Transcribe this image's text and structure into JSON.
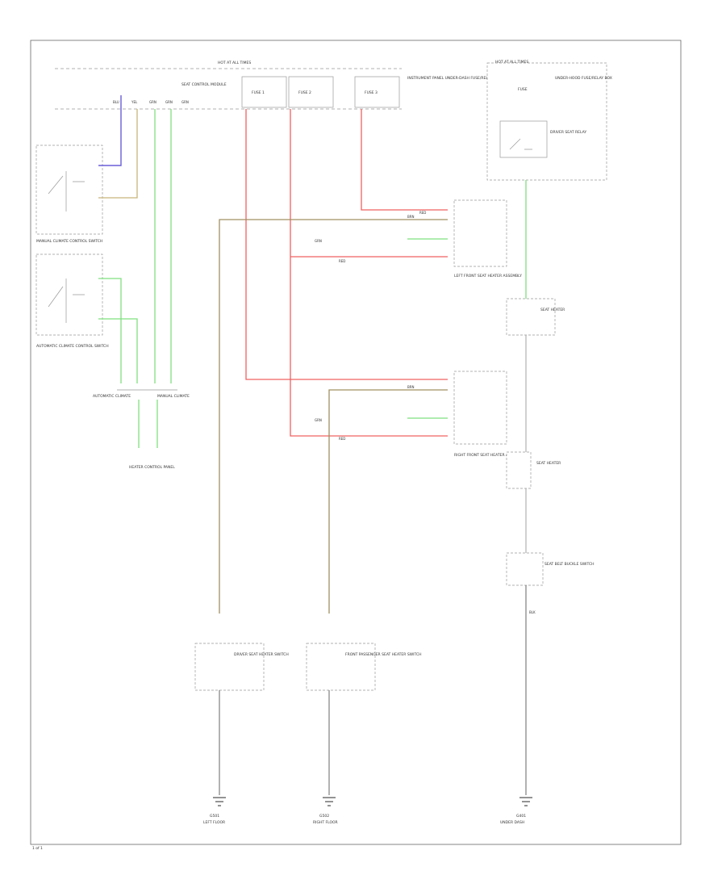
{
  "labels": {
    "hot_at_all_times_top": "HOT AT ALL TIMES",
    "instrument_panel_fuse": "INSTRUMENT PANEL UNDER-DASH FUSE/RELAY BOX",
    "seat_control_module": "SEAT CONTROL MODULE",
    "fuse_left": "FUSE 1",
    "fuse_mid": "FUSE 2",
    "fuse_right": "FUSE 3",
    "hot_at_all_times_right": "HOT AT ALL TIMES",
    "fuse_right_box": "FUSE",
    "underhood_fuse": "UNDER-HOOD FUSE/RELAY BOX",
    "driver_relay": "DRIVER SEAT RELAY",
    "manual_switch": "MANUAL CLIMATE CONTROL SWITCH",
    "automatic_switch": "AUTOMATIC CLIMATE CONTROL SWITCH",
    "automatic_climate": "AUTOMATIC CLIMATE",
    "manual_climate": "MANUAL CLIMATE",
    "heater_control": "HEATER CONTROL PANEL",
    "left_front_seat": "LEFT FRONT SEAT HEATER ASSEMBLY",
    "right_front_seat": "RIGHT FRONT SEAT HEATER ASSEMBLY",
    "front_seat_heater": "SEAT HEATER",
    "seat_cushion_heater": "SEAT HEATER",
    "driver_switch": "DRIVER SEAT HEATER SWITCH",
    "passenger_switch": "FRONT PASSENGER SEAT HEATER SWITCH",
    "seat_belt_buckle": "SEAT BELT BUCKLE SWITCH",
    "driver_ground": "G501",
    "passenger_ground": "G502",
    "right_ground": "G401",
    "page_number": "1 of 1",
    "left_gnd_desc": "LEFT FLOOR",
    "right_gnd_desc": "RIGHT FLOOR",
    "right_gnd2_desc": "UNDER DASH"
  },
  "wires": {
    "w1": "BLU",
    "w2": "YEL",
    "w3": "GRN",
    "w4": "GRN",
    "w5": "GRN",
    "red1": "RED",
    "red2": "RED",
    "red3": "RED",
    "tan1": "BRN",
    "tan2": "BRN",
    "grn1": "GRN",
    "grn2": "GRN",
    "seat_belt": "BLK"
  }
}
